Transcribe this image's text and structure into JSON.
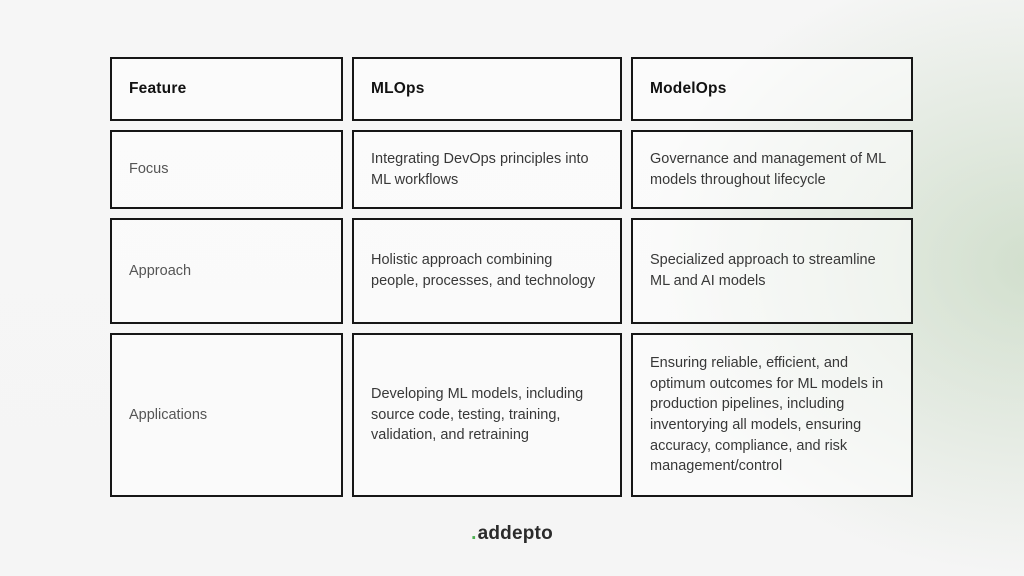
{
  "chart_data": {
    "type": "table",
    "columns": [
      "Feature",
      "MLOps",
      "ModelOps"
    ],
    "rows": [
      [
        "Focus",
        "Integrating DevOps principles into ML workflows",
        "Governance and management of ML models throughout lifecycle"
      ],
      [
        "Approach",
        "Holistic approach combining people, processes, and technology",
        "Specialized approach to streamline ML and AI models"
      ],
      [
        "Applications",
        "Developing ML models, including source code, testing, training, validation, and retraining",
        "Ensuring reliable, efficient, and optimum outcomes for ML models in production pipelines, including inventorying all models, ensuring accuracy, compliance, and risk management/control"
      ]
    ],
    "layout_hints": {
      "grid": "cells drawn as separate bordered boxes with gaps",
      "header_row_bold": true
    }
  },
  "footer": {
    "logo_dot": ".",
    "logo_text": "addepto"
  },
  "colors": {
    "cell_border": "#161616",
    "logo_dot_green": "#4caf50",
    "background_base": "#f5f5f5",
    "background_green_tint": "#cbdbc6"
  }
}
